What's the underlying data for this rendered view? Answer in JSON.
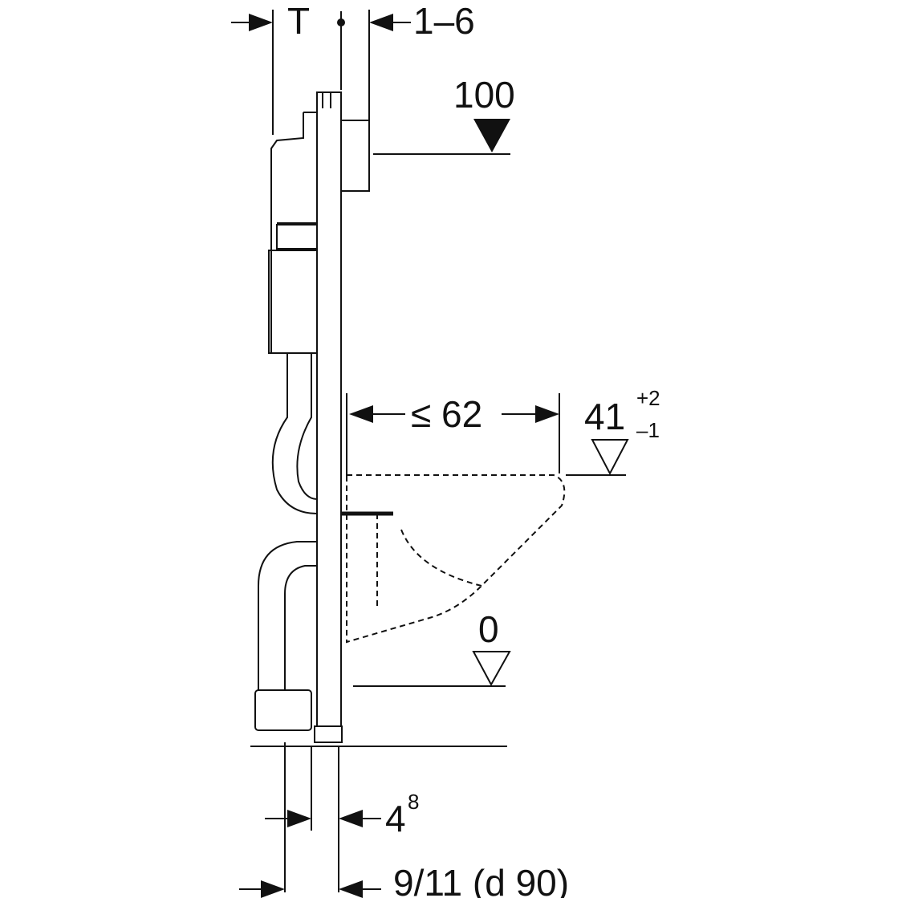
{
  "diagram": {
    "labels": {
      "depth": "T",
      "wall_offset": "1–6",
      "flush_plate_height": "100",
      "max_projection": "≤ 62",
      "seat_height": "41",
      "seat_tol_plus": "+2",
      "seat_tol_minus": "–1",
      "floor_level": "0",
      "frame_base": "4",
      "frame_base_sup": "8",
      "drain_offset": "9/11 (d 90)"
    },
    "colors": {
      "line": "#111111",
      "background": "#ffffff"
    }
  }
}
